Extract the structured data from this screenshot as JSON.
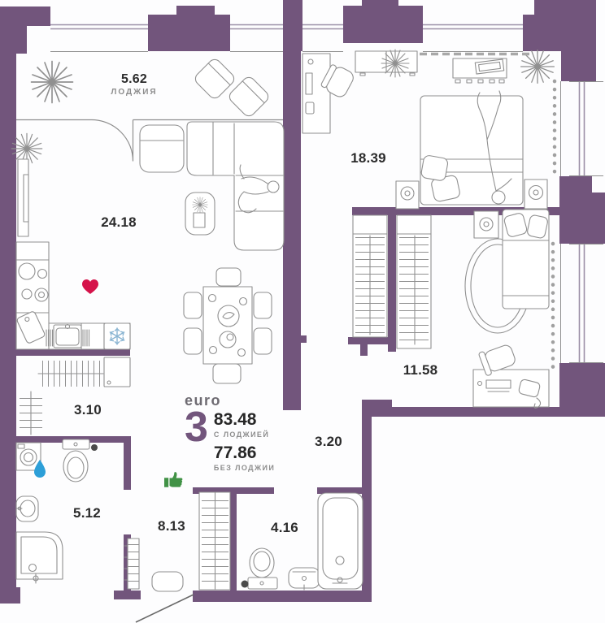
{
  "plan": {
    "rooms": {
      "loggia": {
        "area": "5.62",
        "name": "ЛОДЖИЯ"
      },
      "living": {
        "area": "24.18"
      },
      "bedroom_main": {
        "area": "18.39"
      },
      "bedroom_second": {
        "area": "11.58"
      },
      "wardrobe": {
        "area": "3.10"
      },
      "corridor": {
        "area": "3.20"
      },
      "bathroom_big": {
        "area": "5.12"
      },
      "hallway": {
        "area": "8.13"
      },
      "bathroom_small": {
        "area": "4.16"
      }
    },
    "summary": {
      "type_label": "euro",
      "rooms_count": "3",
      "area_with_loggia": "83.48",
      "with_loggia_label": "С ЛОДЖИЕЙ",
      "area_without_loggia": "77.86",
      "without_loggia_label": "БЕЗ ЛОДЖИИ"
    },
    "colors": {
      "wall": "#72557c",
      "heart": "#d5134a",
      "thumbs_up": "#419246",
      "water_drop": "#2d9fd8",
      "snowflake": "#8ab5d2",
      "furniture_line": "#909090",
      "window_line": "#9c90a8",
      "text_dark": "#2b2b2b",
      "text_gray": "#8d8d8d"
    },
    "stamps": {
      "heart": "heart-icon",
      "thumbs_up": "thumbs-up-icon",
      "water_drop": "water-drop-icon",
      "snowflake": "snowflake-icon"
    }
  }
}
